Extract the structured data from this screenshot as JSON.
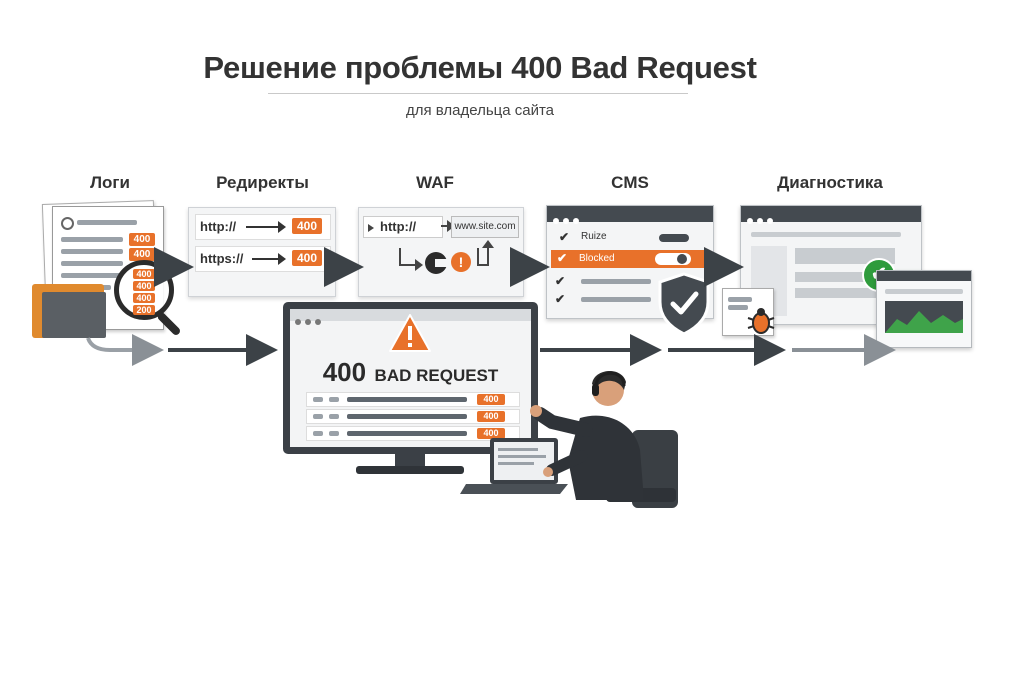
{
  "title": "Решение проблемы 400 Bad Request",
  "subtitle": "для владельца сайта",
  "steps": {
    "logs": "Логи",
    "redirects": "Редиректы",
    "waf": "WAF",
    "cms": "CMS",
    "diagnostics": "Диагностика"
  },
  "logs_panel": {
    "codes_top": [
      "400",
      "400"
    ],
    "codes_lens": [
      "400",
      "400",
      "400",
      "200"
    ]
  },
  "redirects_panel": {
    "row1_scheme": "http://",
    "row1_code": "400",
    "row2_scheme": "https://",
    "row2_code": "400"
  },
  "waf_panel": {
    "scheme": "http://",
    "domain": "www.site.com"
  },
  "cms_panel": {
    "rule_label": "Ruize",
    "blocked_label": "Blocked"
  },
  "main_screen": {
    "code": "400",
    "text": "BAD REQUEST",
    "row_codes": [
      "400",
      "400",
      "400"
    ]
  },
  "colors": {
    "accent": "#e8712a",
    "dark": "#444a50",
    "success": "#2e9b3c"
  }
}
